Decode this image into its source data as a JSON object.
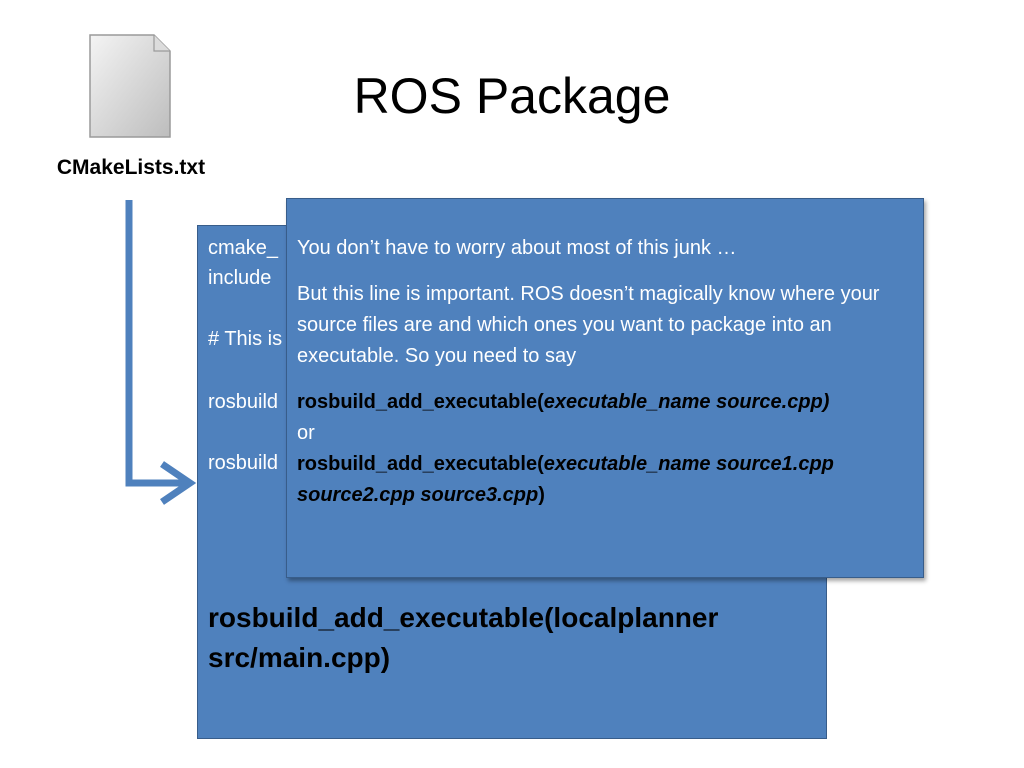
{
  "title": "ROS Package",
  "file": {
    "icon": "document-file-icon",
    "label": "CMakeLists.txt"
  },
  "back_box": {
    "lines": [
      "cmake_",
      "include",
      "# This is",
      "rosbuild",
      "rosbuild"
    ],
    "highlight_line1": "rosbuild_add_executable(localplanner",
    "highlight_line2": "src/main.cpp)"
  },
  "front_box": {
    "line1": "You don’t have to worry about most of this junk …",
    "para2": "But this line is important. ROS doesn’t magically know where your source files are and which ones you want to package into an executable. So you need to say",
    "ex1_fn": "rosbuild_add_executable(",
    "ex1_args": "executable_name  source.cpp)",
    "or": "or",
    "ex2_fn": "rosbuild_add_executable(",
    "ex2_args": "executable_name  source1.cpp source2.cpp  source3.cpp",
    "ex2_close": ")"
  },
  "colors": {
    "box_fill": "#4f81bd",
    "box_border": "#385d8a",
    "arrow": "#4f81bd"
  }
}
